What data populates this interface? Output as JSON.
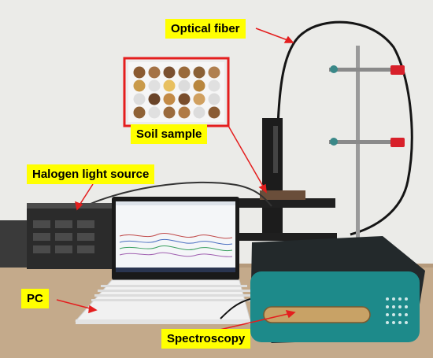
{
  "labels": {
    "optical_fiber": "Optical fiber",
    "soil_sample": "Soil sample",
    "halogen_light_source": "Halogen light source",
    "pc": "PC",
    "spectroscopy": "Spectroscopy"
  },
  "colors": {
    "label_background": "#ffff00",
    "highlight_box": "#e41e1e",
    "arrow": "#e41e1e",
    "spectrometer_body": "#1d8a8a"
  }
}
